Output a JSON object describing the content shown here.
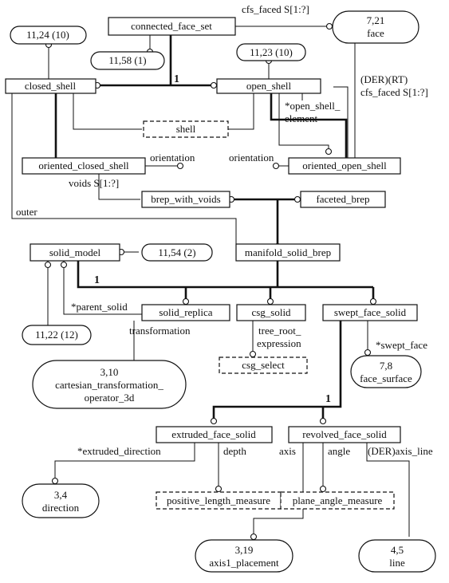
{
  "entities": {
    "connected_face_set": "connected_face_set",
    "closed_shell": "closed_shell",
    "open_shell": "open_shell",
    "shell": "shell",
    "oriented_closed_shell": "oriented_closed_shell",
    "oriented_open_shell": "oriented_open_shell",
    "brep_with_voids": "brep_with_voids",
    "faceted_brep": "faceted_brep",
    "solid_model": "solid_model",
    "manifold_solid_brep": "manifold_solid_brep",
    "solid_replica": "solid_replica",
    "csg_solid": "csg_solid",
    "swept_face_solid": "swept_face_solid",
    "csg_select": "csg_select",
    "extruded_face_solid": "extruded_face_solid",
    "revolved_face_solid": "revolved_face_solid",
    "positive_length_measure": "positive_length_measure",
    "plane_angle_measure": "plane_angle_measure"
  },
  "refs": {
    "r_11_24": "11,24 (10)",
    "r_11_58": "11,58 (1)",
    "r_11_23": "11,23 (10)",
    "r_11_54": "11,54 (2)",
    "r_11_22": "11,22 (12)",
    "face": [
      "7,21",
      "face"
    ],
    "cartesian": [
      "3,10",
      "cartesian_transformation_",
      "operator_3d"
    ],
    "face_surface": [
      "7,8",
      "face_surface"
    ],
    "direction": [
      "3,4",
      "direction"
    ],
    "axis1": [
      "3,19",
      "axis1_placement"
    ],
    "line": [
      "4,5",
      "line"
    ]
  },
  "attributes": {
    "cfs_faced_top": "cfs_faced S[1:?]",
    "der_rt": "(DER)(RT)",
    "cfs_faced_der": "cfs_faced S[1:?]",
    "open_shell_element_1": "*open_shell_",
    "open_shell_element_2": "element",
    "orientation_left": "orientation",
    "orientation_right": "orientation",
    "voids": "voids S[1:?]",
    "outer": "outer",
    "parent_solid": "*parent_solid",
    "transformation": "transformation",
    "tree_root_1": "tree_root_",
    "tree_root_2": "expression",
    "swept_face": "*swept_face",
    "extruded_direction": "*extruded_direction",
    "depth": "depth",
    "axis": "axis",
    "angle": "angle",
    "der_axis_line": "(DER)axis_line"
  },
  "subtype_marks": {
    "shell_one": "1",
    "solid_one": "1",
    "swept_one": "1"
  }
}
